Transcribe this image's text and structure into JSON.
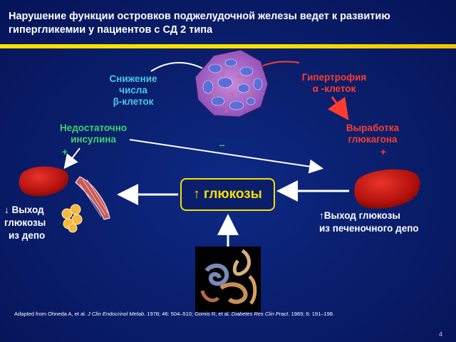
{
  "title": "Нарушение функции островков поджелудочной железы ведет к развитию гипергликемии у пациентов с СД 2 типа",
  "beta_decrease": {
    "line1": "Снижение",
    "line2": "числа",
    "line3": "β-клеток"
  },
  "alpha_hypertrophy": {
    "line1": "Гипертрофия",
    "line2": "α -клеток"
  },
  "insulin_deficit": {
    "line1": "Недостаточно",
    "line2": "инсулина"
  },
  "glucagon_output": {
    "line1": "Выработка",
    "line2": "глюкагона"
  },
  "plus_sign": "+",
  "minus_sign": "–",
  "glucose_box": "↑ глюкозы",
  "left_output": {
    "line1": "↓ Выход",
    "line2": "глюкозы",
    "line3": "из депо"
  },
  "right_output": {
    "line1": "↑Выход глюкозы",
    "line2": "из печеночного депо"
  },
  "citation": {
    "part1": "Adapted from Ohneda A, et al. ",
    "journal1": "J Clin Endocrinol Metab",
    "part2": ". 1978; 46: 504–510; Gomis R, et al. ",
    "journal2": "Diabetes Res Clin Pract",
    "part3": ". 1989; 6: 191–198."
  },
  "page_number": "4",
  "colors": {
    "background": "#0a1f6e",
    "title_rule": "#f5e000",
    "beta_label": "#4cc8e8",
    "alpha_label": "#ff3d2e",
    "insulin_label": "#3fd36a",
    "glucagon_label": "#ff3d2e",
    "glucose_box": "#f5e000"
  }
}
